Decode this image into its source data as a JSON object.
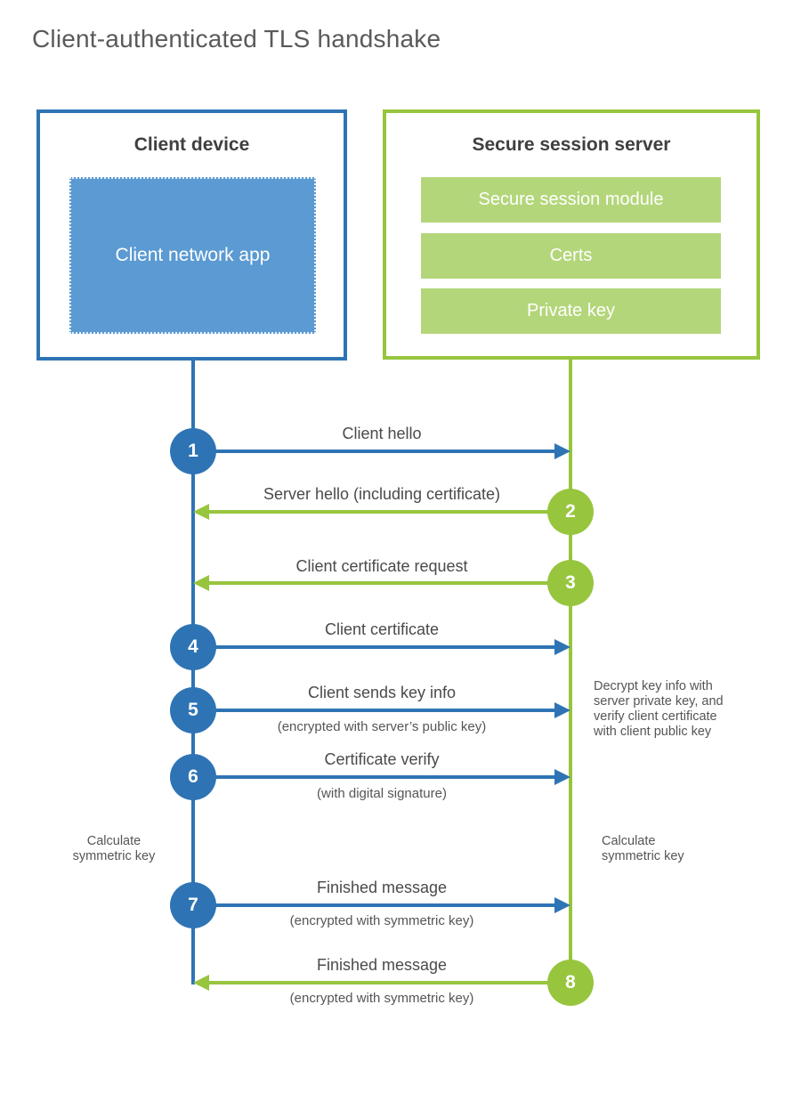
{
  "title": "Client-authenticated TLS handshake",
  "client": {
    "header": "Client device",
    "app_label": "Client network app"
  },
  "server": {
    "header": "Secure session server",
    "modules": [
      "Secure session module",
      "Certs",
      "Private key"
    ]
  },
  "steps": [
    {
      "num": "1",
      "label": "Client hello"
    },
    {
      "num": "2",
      "label": "Server hello (including certificate)"
    },
    {
      "num": "3",
      "label": "Client certificate request"
    },
    {
      "num": "4",
      "label": "Client certificate"
    },
    {
      "num": "5",
      "label": "Client sends key info",
      "sub": "(encrypted with server’s public key)"
    },
    {
      "num": "6",
      "label": "Certificate verify",
      "sub": "(with digital signature)"
    },
    {
      "num": "7",
      "label": "Finished message",
      "sub": "(encrypted with symmetric key)"
    },
    {
      "num": "8",
      "label": "Finished message",
      "sub": "(encrypted with symmetric key)"
    }
  ],
  "annotations": {
    "decrypt_note": "Decrypt key info with server private key, and verify client certificate with client public key",
    "calc_left": "Calculate symmetric key",
    "calc_right": "Calculate symmetric key"
  },
  "colors": {
    "blue": "#2e74b5",
    "blue_fill": "#5b9ad2",
    "green": "#97c53e",
    "green_fill": "#b3d67a"
  }
}
